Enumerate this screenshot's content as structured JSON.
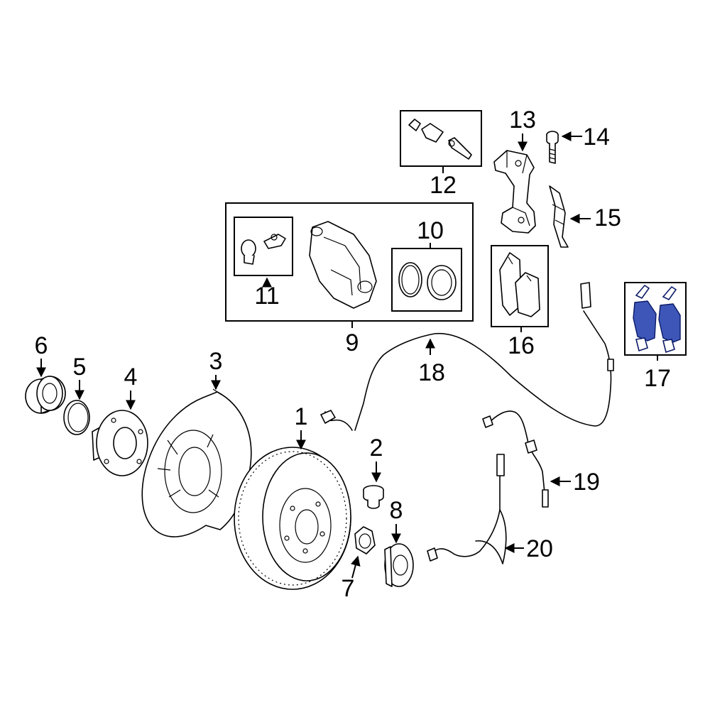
{
  "labels": {
    "p1": "1",
    "p2": "2",
    "p3": "3",
    "p4": "4",
    "p5": "5",
    "p6": "6",
    "p7": "7",
    "p8": "8",
    "p9": "9",
    "p10": "10",
    "p11": "11",
    "p12": "12",
    "p13": "13",
    "p14": "14",
    "p15": "15",
    "p16": "16",
    "p17": "17",
    "p18": "18",
    "p19": "19",
    "p20": "20"
  },
  "highlight_color": "#3d56b8"
}
